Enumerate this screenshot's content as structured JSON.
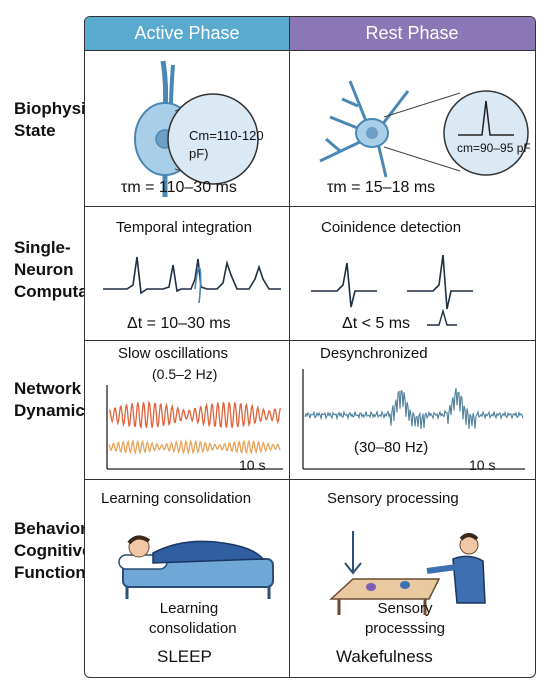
{
  "headers": {
    "active": "Active Phase",
    "rest": "Rest Phase"
  },
  "rows": {
    "biophysical": {
      "label_lines": [
        "Biophysical",
        "State"
      ],
      "active_cm": "Cm=110-120 pF)",
      "active_tau": "τm = 110–30 ms",
      "rest_cm": "cm=90–95 pF",
      "rest_tau": "τm = 15–18 ms"
    },
    "single_neuron": {
      "label_lines": [
        "Single-",
        "Neuron",
        "Computation"
      ],
      "active_title": "Temporal integration",
      "active_dt": "Δt = 10–30 ms",
      "rest_title": "Coinidence detection",
      "rest_dt": "Δt < 5 ms"
    },
    "network": {
      "label_lines": [
        "Network",
        "Dynamics"
      ],
      "active_title": "Slow oscillations",
      "active_range": "(0.5–2 Hz)",
      "active_time": "10 s",
      "rest_title": "Desynchronized",
      "rest_range": "(30–80 Hz)",
      "rest_time": "10 s"
    },
    "behavioral": {
      "label_lines": [
        "Behavioral/",
        "Cognitive",
        "Function"
      ],
      "active_title": "Learning consolidation",
      "active_caption_lines": [
        "Learning",
        "consolidation"
      ],
      "active_state": "SLEEP",
      "rest_title": "Sensory processing",
      "rest_caption_lines": [
        "Sensory",
        "processsing"
      ],
      "rest_state": "Wakefulness"
    }
  },
  "colors": {
    "active_header": "#5aa9cf",
    "rest_header": "#8b77b6",
    "neuron_fill": "#a9cfe8",
    "neuron_stroke": "#4a88b3",
    "slow_wave_red": "#e0623a",
    "slow_wave_orange": "#e8a45a",
    "desync_trace": "#4f7f99"
  }
}
